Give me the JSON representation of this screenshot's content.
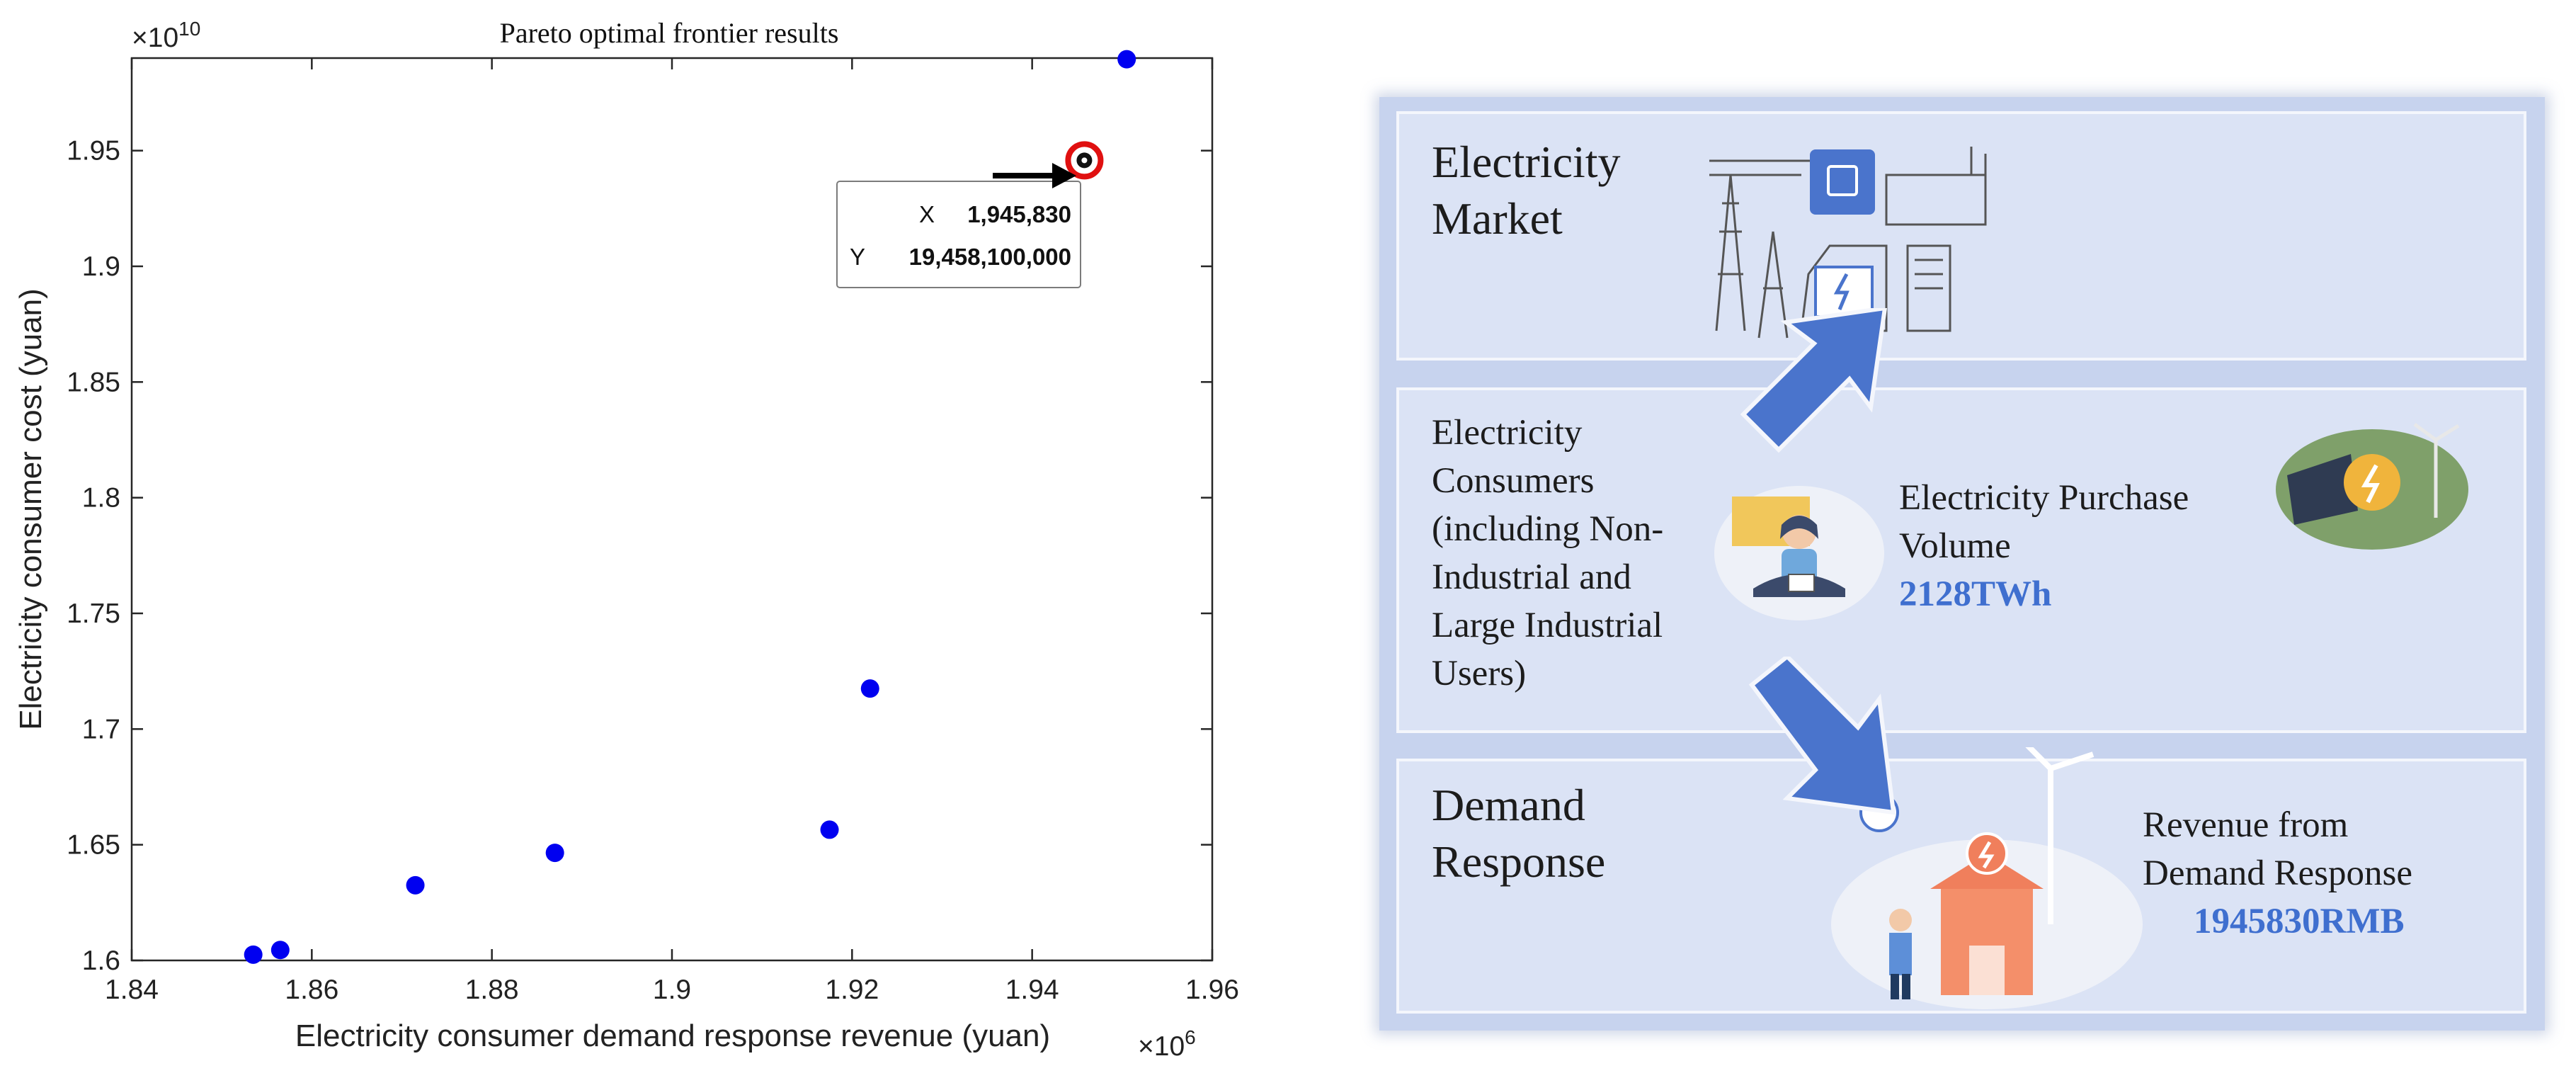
{
  "chart_data": {
    "type": "scatter",
    "title": "Pareto optimal frontier results",
    "xlabel": "Electricity consumer demand response revenue (yuan)",
    "ylabel": "Electricity consumer cost (yuan)",
    "x_exponent_label": "×10",
    "x_exponent": "6",
    "y_exponent_label": "×10",
    "y_exponent": "10",
    "xlim": [
      1.84,
      1.96
    ],
    "ylim": [
      1.6,
      1.99
    ],
    "x_ticks": [
      "1.84",
      "1.86",
      "1.88",
      "1.9",
      "1.92",
      "1.94",
      "1.96"
    ],
    "y_ticks": [
      "1.6",
      "1.65",
      "1.7",
      "1.75",
      "1.8",
      "1.85",
      "1.9",
      "1.95"
    ],
    "x_tick_values": [
      1.84,
      1.86,
      1.88,
      1.9,
      1.92,
      1.94,
      1.96
    ],
    "y_tick_values": [
      1.6,
      1.65,
      1.7,
      1.75,
      1.8,
      1.85,
      1.9,
      1.95
    ],
    "series": [
      {
        "x": [
          1.8535,
          1.8565,
          1.8715,
          1.887,
          1.9175,
          1.922,
          1.9458,
          1.9505
        ],
        "y": [
          1.6025,
          1.6045,
          1.6325,
          1.6465,
          1.6565,
          1.7175,
          1.9458,
          1.9895
        ]
      }
    ],
    "highlight_point": {
      "x": 1.9458,
      "y": 1.9458
    },
    "datatip": {
      "x_label": "X",
      "x_value": "1,945,830",
      "y_label": "Y",
      "y_value": "19,458,100,000"
    },
    "grid": false,
    "colors": {
      "points": "#0000f0",
      "highlight_ring": "#e01010",
      "arrow": "#000000"
    }
  },
  "infographic": {
    "market": {
      "title_line1": "Electricity",
      "title_line2": "Market"
    },
    "consumers": {
      "lines": [
        "Electricity",
        "Consumers",
        "(including Non-",
        "Industrial and",
        "Large Industrial",
        "Users)"
      ],
      "purchase_line1": "Electricity Purchase",
      "purchase_line2": "Volume",
      "purchase_value": "2128TWh"
    },
    "demand": {
      "title_line1": "Demand",
      "title_line2": "Response",
      "revenue_line1": "Revenue from",
      "revenue_line2": "Demand Response",
      "revenue_value": "1945830RMB"
    },
    "colors": {
      "arrow": "#4a74cc",
      "value_text": "#3f6fcf",
      "panel": "#dbe3f5",
      "background": "#c7d3ee"
    }
  }
}
